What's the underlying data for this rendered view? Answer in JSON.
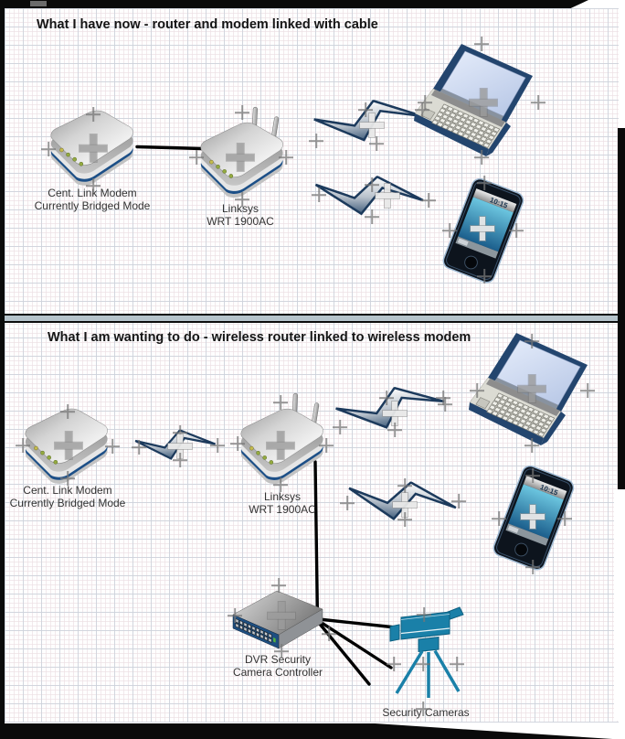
{
  "panels": {
    "top": {
      "title": "What I have now - router and modem linked with cable",
      "modem": {
        "label_line1": "Cent. Link Modem",
        "label_line2": "Currently Bridged Mode"
      },
      "router": {
        "label_line1": "Linksys",
        "label_line2": "WRT 1900AC"
      },
      "phone": {
        "screen_time": "10:15"
      },
      "connections": [
        {
          "from": "modem",
          "to": "router",
          "type": "ethernet-cable"
        },
        {
          "from": "router",
          "to": "laptop",
          "type": "wireless"
        },
        {
          "from": "router",
          "to": "phone",
          "type": "wireless"
        }
      ]
    },
    "bottom": {
      "title": "What I am wanting to do - wireless router linked to wireless modem",
      "modem": {
        "label_line1": "Cent. Link Modem",
        "label_line2": "Currently Bridged Mode"
      },
      "router": {
        "label_line1": "Linksys",
        "label_line2": "WRT 1900AC"
      },
      "phone": {
        "screen_time": "10:15"
      },
      "dvr": {
        "label_line1": "DVR Security",
        "label_line2": "Camera Controller"
      },
      "cameras": {
        "label": "Security Cameras"
      },
      "connections": [
        {
          "from": "modem",
          "to": "router",
          "type": "wireless"
        },
        {
          "from": "router",
          "to": "dvr",
          "type": "cable"
        },
        {
          "from": "dvr",
          "to": "security-camera",
          "type": "cable"
        },
        {
          "from": "dvr",
          "to": "offscreen-camera-2",
          "type": "cable"
        },
        {
          "from": "dvr",
          "to": "offscreen-camera-3",
          "type": "cable"
        }
      ]
    }
  },
  "colors": {
    "bolt_outline_navy": "#1c3a5c",
    "device_stripe_blue": "#1c4f87",
    "dvr_face_blue": "#1d4e80",
    "camera_teal": "#1a80a8",
    "divider_fill": "#b6c3cb",
    "frame_border": "#0a0a0a"
  },
  "icons": {
    "modem": "modem-icon",
    "router": "router-icon",
    "laptop": "laptop-icon",
    "phone": "smartphone-icon",
    "wireless": "wireless-bolt-icon",
    "dvr": "dvr-icon",
    "camera": "security-camera-icon",
    "crosshair": "crosshair-icon"
  }
}
